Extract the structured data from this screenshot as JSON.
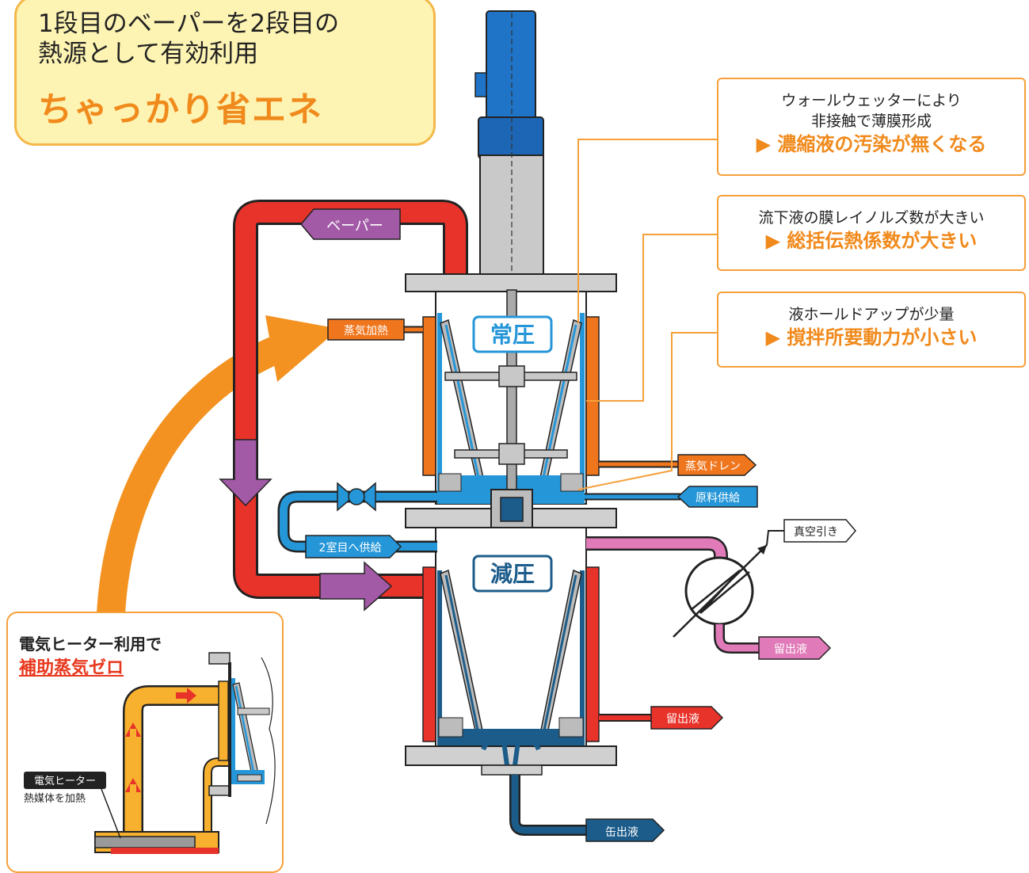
{
  "title": {
    "line1": "1段目のベーパーを2段目の",
    "line2": "熱源として有効利用",
    "highlight": "ちゃっかり省エネ"
  },
  "callouts": [
    {
      "line1": "ウォールウェッターにより",
      "line2": "非接触で薄膜形成",
      "highlight": "▶ 濃縮液の汚染が無くなる"
    },
    {
      "line1": "流下液の膜レイノルズ数が大きい",
      "highlight": "▶ 総括伝熱係数が大きい"
    },
    {
      "line1": "液ホールドアップが少量",
      "highlight": "▶ 撹拌所要動力が小さい"
    }
  ],
  "chambers": {
    "upper": "常圧",
    "lower": "減圧"
  },
  "labels": {
    "vapor": "ベーパー",
    "steam_heating": "蒸気加熱",
    "steam_drain": "蒸気ドレン",
    "raw_feed": "原料供給",
    "feed_to_second": "2室目へ供給",
    "vacuum": "真空引き",
    "distillate_cond": "留出液",
    "distillate": "留出液",
    "can_output": "缶出液"
  },
  "inset": {
    "title": "電気ヒーター利用で",
    "highlight": "補助蒸気ゼロ",
    "heater_label": "電気ヒーター",
    "heater_desc": "熱媒体を加熱"
  },
  "colors": {
    "accent_orange": "#f08a1c",
    "vapor_purple": "#a25aa6",
    "pipe_red": "#e8332a",
    "liquid_blue": "#2596d8",
    "steam_orange": "#f0761e",
    "distillate_pink": "#e07ab8",
    "bottoms_navy": "#1c5c8a"
  }
}
